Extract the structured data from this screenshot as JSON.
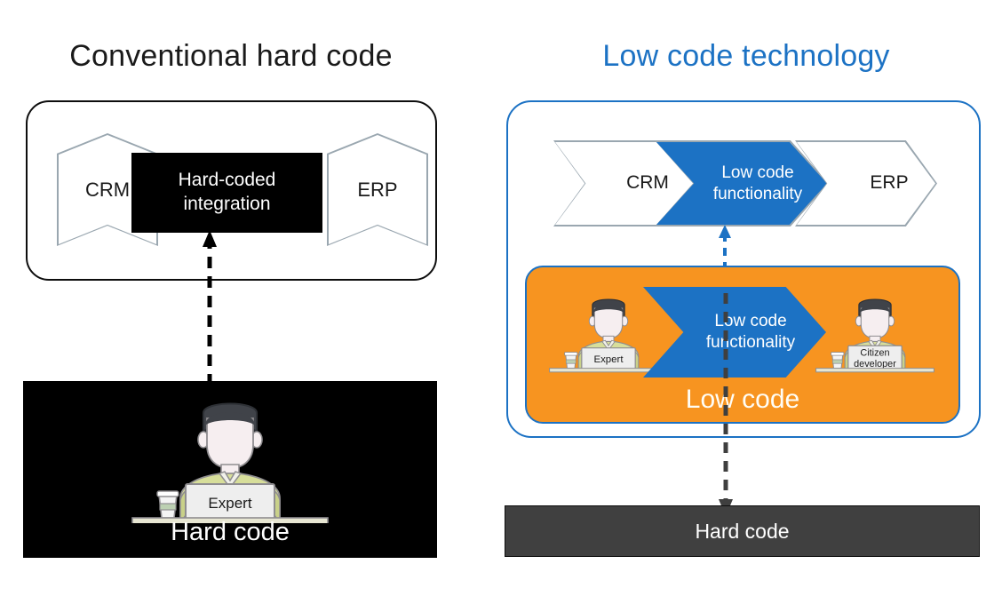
{
  "titles": {
    "left": "Conventional hard code",
    "right": "Low code technology"
  },
  "colors": {
    "accent_blue": "#1c72c4",
    "orange": "#f79420",
    "black": "#000000",
    "dark_gray": "#404040",
    "chevron_outline": "#9aa7b0",
    "shirt": "#d7de9a",
    "hair": "#404349",
    "skin": "#f6eef0",
    "laptop": "#eeeeee"
  },
  "left_panel": {
    "chevron_crm": "CRM",
    "chevron_erp": "ERP",
    "integration_line1": "Hard-coded",
    "integration_line2": "integration",
    "hard_code_label": "Hard code",
    "person_label": "Expert",
    "arrow": "dashed-up-arrow-black"
  },
  "right_panel": {
    "chevron_crm": "CRM",
    "chevron_erp": "ERP",
    "low_code_chevron_line1": "Low code",
    "low_code_chevron_line2": "functionality",
    "low_code_box_label": "Low code",
    "person_left_label": "Expert",
    "person_right_label_line1": "Citizen",
    "person_right_label_line2": "developer",
    "hard_code_label": "Hard code",
    "arrow_up": "dashed-up-arrow-blue",
    "arrow_down": "dashed-down-arrow-dark"
  },
  "icons": {
    "person": "person-at-laptop-icon",
    "coffee": "coffee-cup-icon",
    "laptop": "laptop-icon"
  }
}
